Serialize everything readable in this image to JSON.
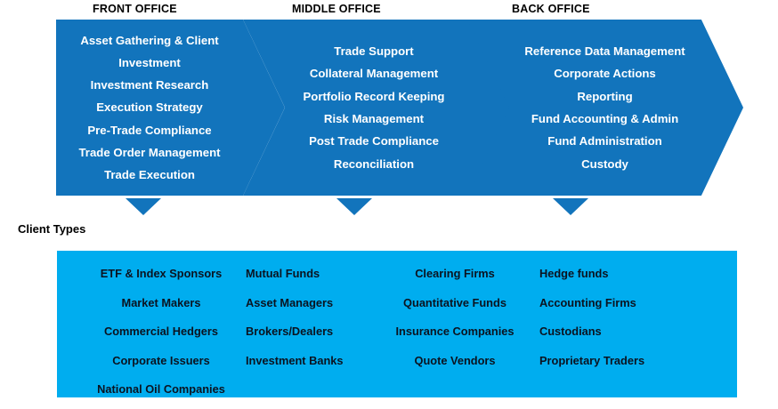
{
  "colors": {
    "chevron_blue": "#1274BC",
    "client_box_blue": "#00ADEF",
    "chevron_text": "#FFFFFF",
    "client_text": "#0B1320",
    "header_text": "#000000",
    "background": "#FFFFFF"
  },
  "headers": {
    "front": "FRONT OFFICE",
    "middle": "MIDDLE OFFICE",
    "back": "BACK OFFICE"
  },
  "offices": [
    {
      "id": "front",
      "title": "FRONT OFFICE",
      "items": [
        "Asset Gathering & Client",
        "Investment",
        "Investment Research",
        "Execution Strategy",
        "Pre-Trade Compliance",
        "Trade Order Management",
        "Trade Execution"
      ]
    },
    {
      "id": "middle",
      "title": "MIDDLE OFFICE",
      "items": [
        "Trade Support",
        "Collateral Management",
        "Portfolio Record Keeping",
        "Risk Management",
        "Post Trade Compliance",
        "Reconciliation"
      ]
    },
    {
      "id": "back",
      "title": "BACK OFFICE",
      "items": [
        "Reference Data Management",
        "Corporate Actions",
        "Reporting",
        "Fund Accounting & Admin",
        "Fund Administration",
        "Custody"
      ]
    }
  ],
  "client_types": {
    "label": "Client Types",
    "columns": [
      [
        "ETF & Index Sponsors",
        "Market Makers",
        "Commercial Hedgers",
        "Corporate Issuers",
        "National Oil Companies"
      ],
      [
        "Mutual Funds",
        "Asset Managers",
        "Brokers/Dealers",
        "Investment Banks"
      ],
      [
        "Clearing Firms",
        "Quantitative Funds",
        "Insurance Companies",
        "Quote Vendors"
      ],
      [
        "Hedge funds",
        "Accounting Firms",
        "Custodians",
        "Proprietary Traders"
      ]
    ]
  },
  "connectors": [
    "down-arrow-icon",
    "down-arrow-icon",
    "down-arrow-icon"
  ]
}
